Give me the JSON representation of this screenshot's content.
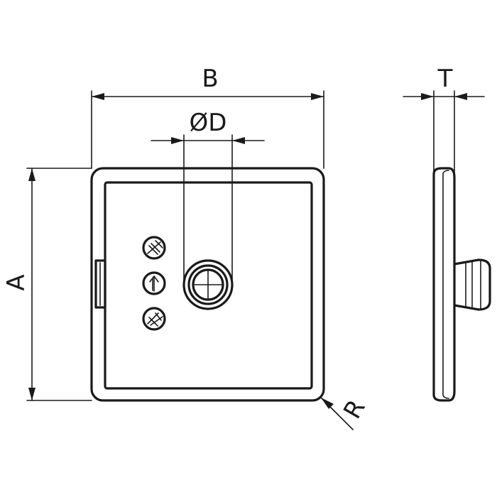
{
  "labels": {
    "a": "A",
    "b": "B",
    "d": "ØD",
    "r": "R",
    "t": "T"
  },
  "colors": {
    "line": "#1a1a1a",
    "background": "#ffffff"
  },
  "icons": [
    "lock-closed-icon",
    "arrow-up-icon",
    "lock-open-icon"
  ]
}
